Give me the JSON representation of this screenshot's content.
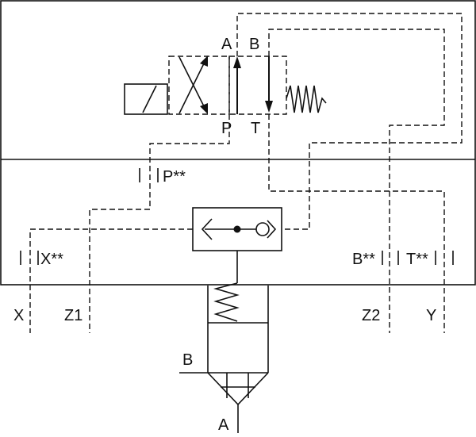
{
  "labels": {
    "valve_port_a": "A",
    "valve_port_b": "B",
    "valve_port_p": "P",
    "valve_port_t": "T",
    "port_p_star": "P**",
    "port_x_star": "X**",
    "port_b_star": "B**",
    "port_t_star": "T**",
    "port_x": "X",
    "port_z1": "Z1",
    "port_z2": "Z2",
    "port_y": "Y",
    "cartridge_port_b": "B",
    "cartridge_port_a": "A"
  },
  "colors": {
    "line": "#111111",
    "background": "#ffffff"
  }
}
